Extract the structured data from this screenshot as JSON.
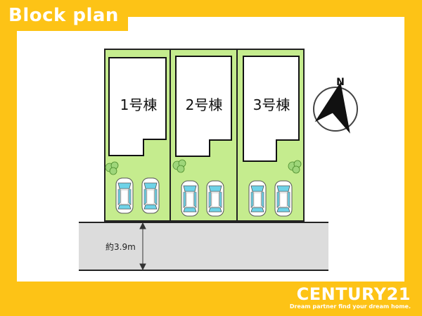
{
  "header": {
    "title": "Block plan"
  },
  "lots": [
    {
      "label": "1号棟"
    },
    {
      "label": "2号棟"
    },
    {
      "label": "3号棟"
    }
  ],
  "compass": {
    "north_label": "N"
  },
  "road": {
    "width_label": "約3.9m"
  },
  "brand": {
    "name": "CENTURY21",
    "tagline": "Dream partner find your dream home."
  },
  "colors": {
    "frame": "#fdc316",
    "lot_fill": "#c5ec8e",
    "road_fill": "#dcdcdc",
    "car_accent": "#6ed3e8",
    "tree": "#9ed67a"
  }
}
